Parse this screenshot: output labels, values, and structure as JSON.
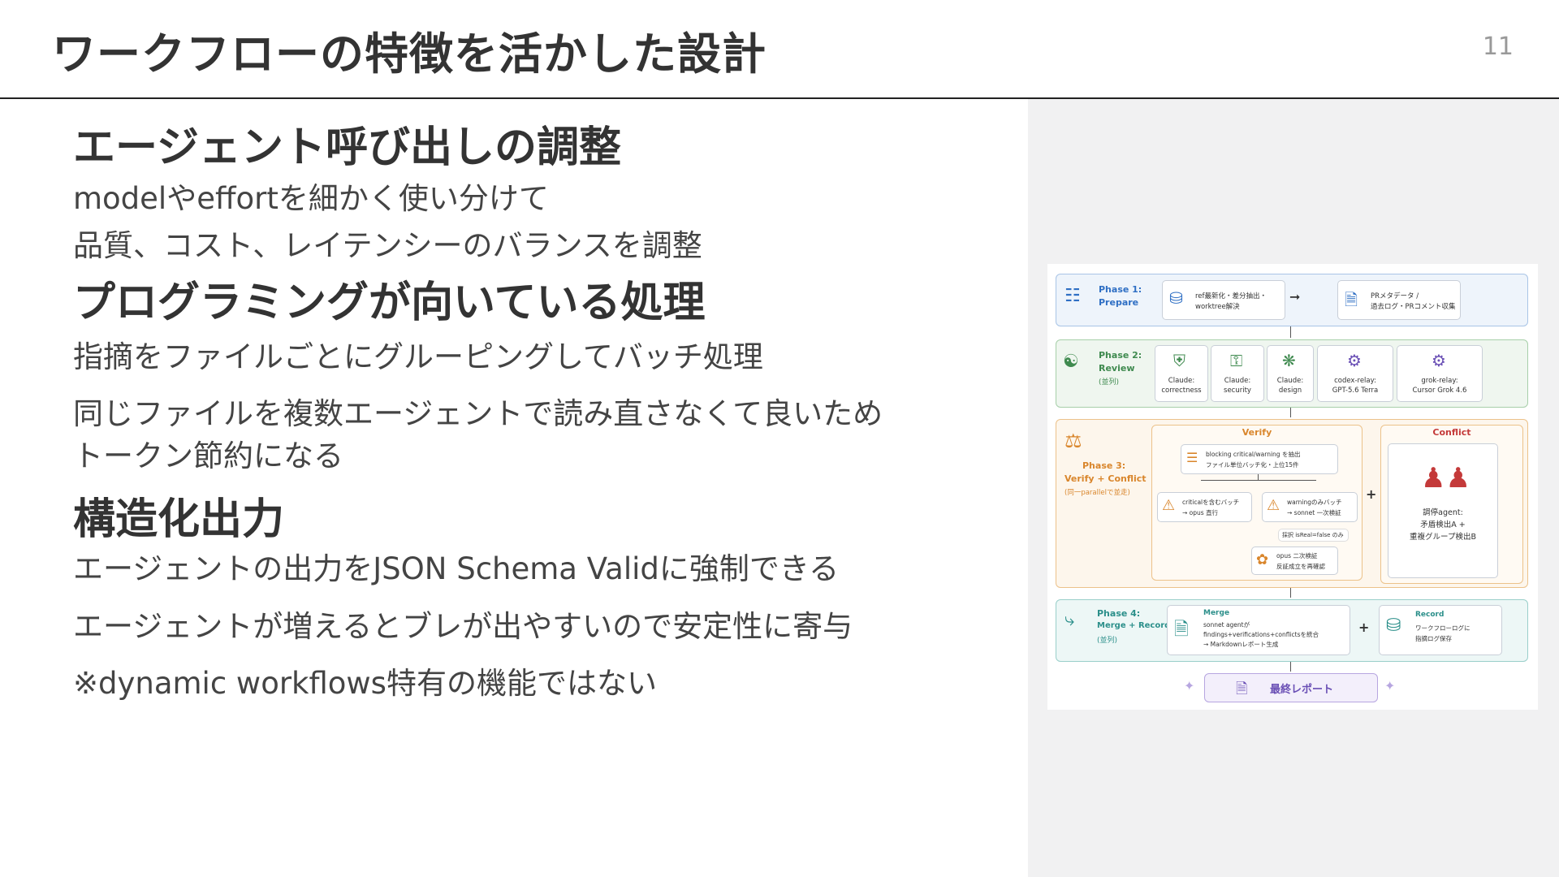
{
  "header": {
    "title": "ワークフローの特徴を活かした設計",
    "page_number": "11"
  },
  "sections": [
    {
      "heading": "エージェント呼び出しの調整",
      "lines": [
        "modelやeffortを細かく使い分けて",
        "品質、コスト、レイテンシーのバランスを調整"
      ]
    },
    {
      "heading": "プログラミングが向いている処理",
      "lines": [
        "指摘をファイルごとにグルーピングしてバッチ処理",
        "同じファイルを複数エージェントで読み直さなくて良いため",
        "トークン節約になる"
      ]
    },
    {
      "heading": "構造化出力",
      "lines": [
        "エージェントの出力をJSON Schema Validに強制できる",
        "エージェントが増えるとブレが出やすいので安定性に寄与",
        "※dynamic workflows特有の機能ではない"
      ]
    }
  ],
  "diagram": {
    "phase1": {
      "label": "Phase 1:",
      "name": "Prepare",
      "step1": "ref最新化・差分抽出・",
      "step1b": "worktree解決",
      "step2": "PRメタデータ /",
      "step2b": "過去ログ・PRコメント収集"
    },
    "phase2": {
      "label": "Phase 2:",
      "name": "Review",
      "note": "(並列)",
      "agents": [
        {
          "a": "Claude:",
          "b": "correctness"
        },
        {
          "a": "Claude:",
          "b": "security"
        },
        {
          "a": "Claude:",
          "b": "design"
        },
        {
          "a": "codex-relay:",
          "b": "GPT-5.6 Terra"
        },
        {
          "a": "grok-relay:",
          "b": "Cursor Grok 4.6"
        }
      ]
    },
    "phase3": {
      "label": "Phase 3:",
      "name": "Verify + Conflict",
      "note": "(同一parallelで並走)",
      "verify_title": "Verify",
      "conflict_title": "Conflict",
      "extract_a": "blocking critical/warning を抽出",
      "extract_b": "ファイル単位バッチ化・上位15件",
      "crit_a": "criticalを含むバッチ",
      "crit_b": "→ opus 直行",
      "warn_a": "warningのみバッチ",
      "warn_b": "→ sonnet 一次検証",
      "filter": "採択 isReal=false のみ",
      "opus_a": "opus 二次検証",
      "opus_b": "反証成立を再確認",
      "plus": "+",
      "conflict_a": "調停agent:",
      "conflict_b": "矛盾検出A +",
      "conflict_c": "重複グループ検出B"
    },
    "phase4": {
      "label": "Phase 4:",
      "name": "Merge + Record",
      "note": "(並列)",
      "merge_title": "Merge",
      "merge_a": "sonnet agentが",
      "merge_b": "findings+verifications+conflictsを統合",
      "merge_c": "→ Markdownレポート生成",
      "plus": "+",
      "record_title": "Record",
      "record_a": "ワークフローログに",
      "record_b": "指摘ログ保存"
    },
    "final": "最終レポート",
    "colors": {
      "blue": "#2f6fc4",
      "green": "#3f8a4f",
      "orange": "#d9862c",
      "red": "#c43a3a",
      "teal": "#2b8f8a",
      "purple": "#6a4fb5"
    }
  }
}
